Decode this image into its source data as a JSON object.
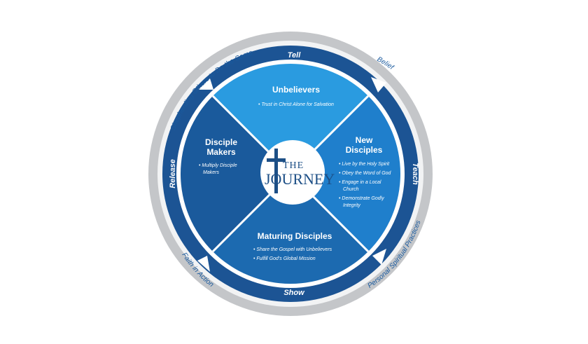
{
  "ring": {
    "top": "Tell",
    "right": "Teach",
    "bottom": "Show",
    "left": "Release"
  },
  "outer_ring": {
    "top_left": "Shepherding Others to Do the Same",
    "top_right": "Belief",
    "bottom_right": "Personal Spiritual Practices",
    "bottom_left": "Faith in Action"
  },
  "center": {
    "the": "THE",
    "journey": "JOURNEY"
  },
  "quadrants": {
    "top": {
      "title": "Unbelievers",
      "items": [
        "Trust in Christ Alone for Salvation"
      ]
    },
    "right": {
      "title_line1": "New",
      "title_line2": "Disciples",
      "items": [
        "Live by the Holy Spirit",
        "Obey the Word of God",
        "Engage in a Local",
        "Church",
        "Demonstrate Godly",
        "Integrity"
      ]
    },
    "bottom": {
      "title": "Maturing Disciples",
      "items": [
        "Share the Gospel with Unbelievers",
        "Fulfill God's Global Mission"
      ]
    },
    "left": {
      "title_line1": "Disciple",
      "title_line2": "Makers",
      "items": [
        "Multiply Disciple",
        "Makers"
      ]
    }
  },
  "colors": {
    "outer_gray": "#c4c6c9",
    "ring_dark": "#1c5494",
    "top_quad": "#2a9be0",
    "right_quad": "#1f7fcc",
    "bottom_quad": "#1c6ab0",
    "left_quad": "#1a5a9c"
  }
}
